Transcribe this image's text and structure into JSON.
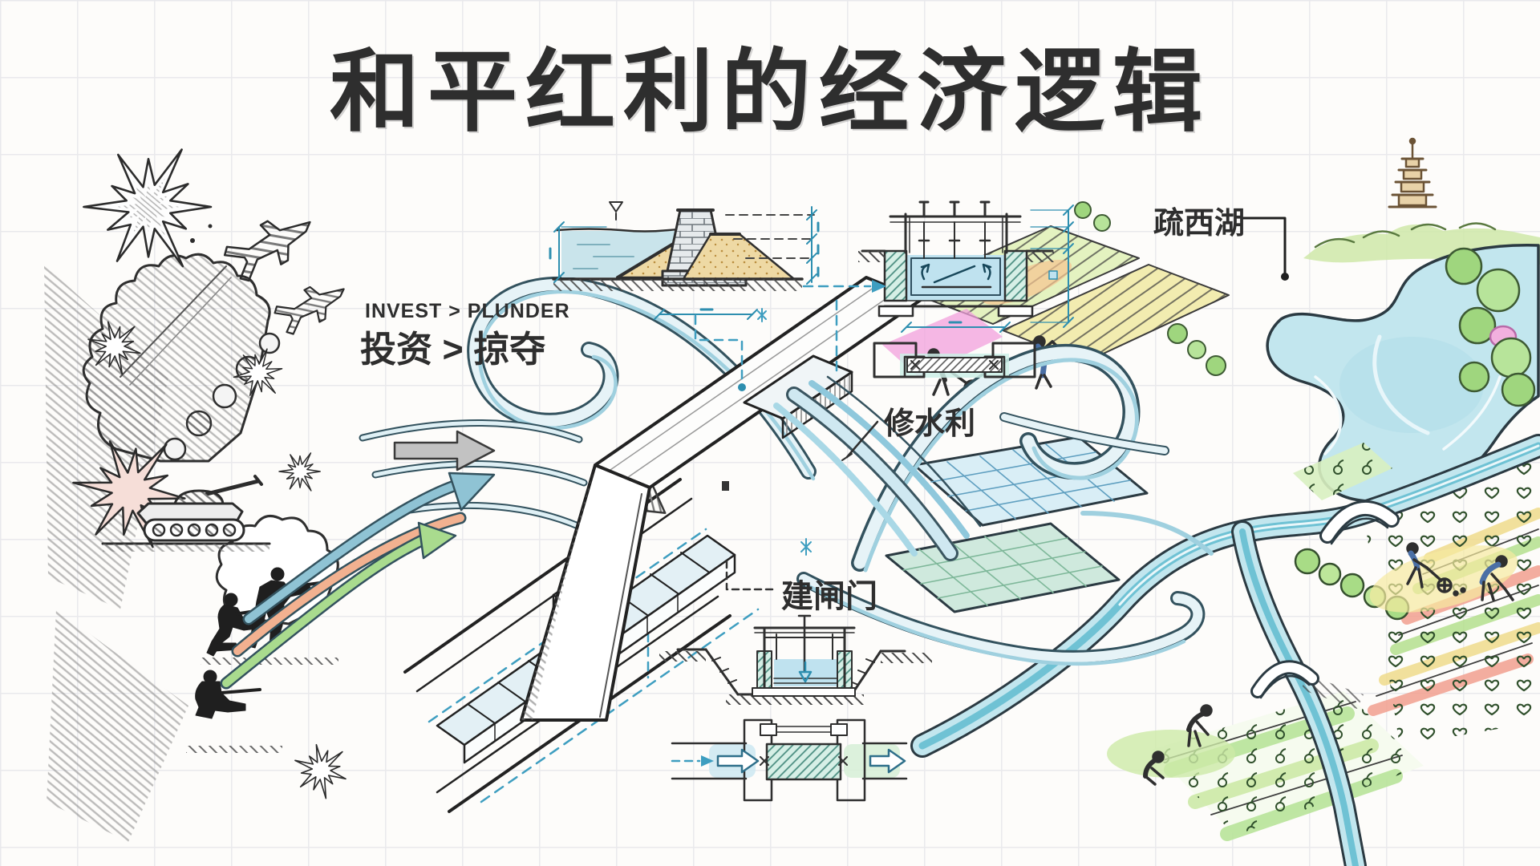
{
  "title": "和平红利的经济逻辑",
  "slogan": {
    "en": "INVEST > PLUNDER",
    "zh": "投资 > 掠夺"
  },
  "annotations": {
    "build_irrigation": "修水利",
    "build_sluice_gate": "建闸门",
    "dredge_west_lake": "疏西湖"
  },
  "colors": {
    "ink": "#2e2e2e",
    "blueprint": "#2e8fb0",
    "teal_dash": "#3e9ec0",
    "water": "#bfe2ef",
    "wave_light": "#e6f3f7",
    "wave_edge": "#33525e",
    "sand": "#eed9a4",
    "gray_arrow": "#c2c2c2",
    "arrow_blue": "#8fc3d4",
    "arrow_orange": "#f2b190",
    "arrow_green": "#a9db8e",
    "canal": "#c2e6ee",
    "field_green": "#b5e08e",
    "field_yellow": "#f0dc8c",
    "field_salmon": "#f2a090",
    "wash_pink": "#f2a0dc",
    "shirt_blue": "#5b84b8"
  }
}
